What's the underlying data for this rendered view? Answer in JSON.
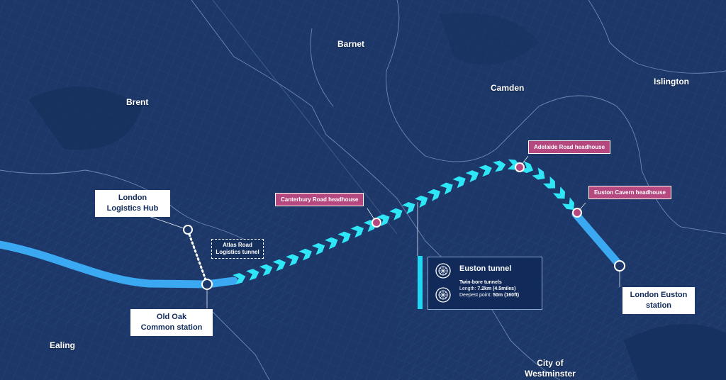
{
  "areas": {
    "barnet": "Barnet",
    "camden": "Camden",
    "islington": "Islington",
    "brent": "Brent",
    "ealing": "Ealing",
    "westminster": "City of\nWestminster"
  },
  "stations": {
    "logistics_hub": "London\nLogistics Hub",
    "old_oak": "Old Oak\nCommon station",
    "euston": "London Euston\nstation"
  },
  "headhouses": {
    "canterbury": "Canterbury Road headhouse",
    "adelaide": "Adelaide Road headhouse",
    "euston_cavern": "Euston Cavern headhouse"
  },
  "atlas_tunnel": "Atlas Road\nLogistics tunnel",
  "info_panel": {
    "title": "Euston tunnel",
    "subtitle": "Twin-bore tunnels",
    "length_label": "Length:",
    "length_value": "7.2km (4.5miles)",
    "depth_label": "Deepest point:",
    "depth_value": "50m (160ft)"
  },
  "colors": {
    "background": "#1c3768",
    "route": "#3ba8f2",
    "tunnel_chevrons": "#2ee6f6",
    "headhouse": "#b5487f",
    "info_bar": "#21d6f3"
  },
  "icons": [
    "tunnel-bore-icon",
    "tunnel-bore-icon"
  ]
}
